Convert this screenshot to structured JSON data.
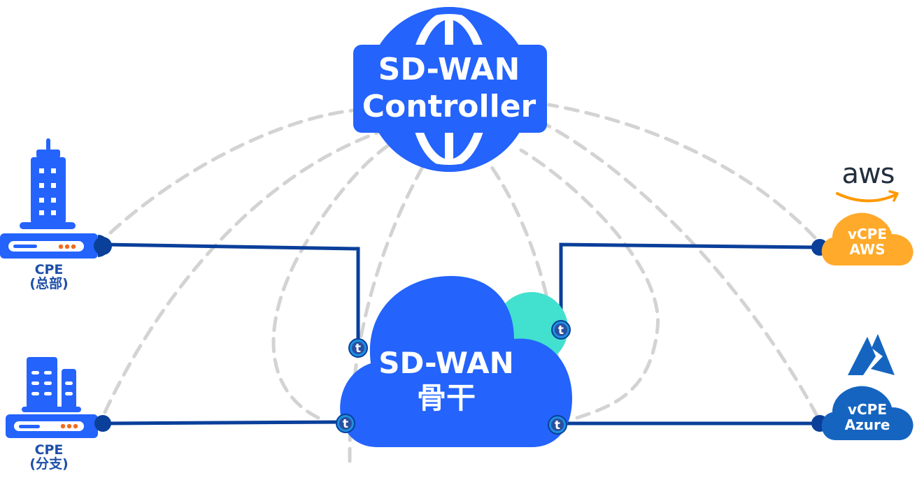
{
  "diagram": {
    "title": "SD-WAN topology",
    "colors": {
      "primary_blue": "#2463fc",
      "dark_blue": "#0a3f9a",
      "dashed_line": "#d3d3d3",
      "teal": "#42e0cf",
      "aws_orange": "#ffaa2b",
      "azure_blue": "#1565c0",
      "led_orange": "#f26b1d",
      "label_blue": "#1d4fa8"
    },
    "controller": {
      "line1": "SD-WAN",
      "line2": "Controller",
      "icon": "globe-icon"
    },
    "backbone": {
      "line1": "SD-WAN",
      "line2": "骨干",
      "icon": "cloud-icon",
      "endpoint_icon": "tunnel-endpoint-icon",
      "endpoint_glyph": "t"
    },
    "nodes": {
      "cpe_hq": {
        "line1": "CPE",
        "line2": "(总部)",
        "icon": "office-tower-icon"
      },
      "cpe_branch": {
        "line1": "CPE",
        "line2": "(分支)",
        "icon": "office-buildings-icon"
      },
      "vcpe_aws": {
        "line1": "vCPE",
        "line2": "AWS",
        "logo_text": "aws",
        "icon": "aws-logo-icon"
      },
      "vcpe_azure": {
        "line1": "vCPE",
        "line2": "Azure",
        "icon": "azure-logo-icon"
      }
    },
    "links": {
      "solid": [
        "cpe_hq-backbone",
        "cpe_branch-backbone",
        "backbone-vcpe_aws",
        "backbone-vcpe_azure"
      ],
      "dashed": [
        "controller-cpe_hq",
        "controller-cpe_branch",
        "controller-vcpe_aws",
        "controller-vcpe_azure",
        "controller-backbone"
      ]
    }
  }
}
